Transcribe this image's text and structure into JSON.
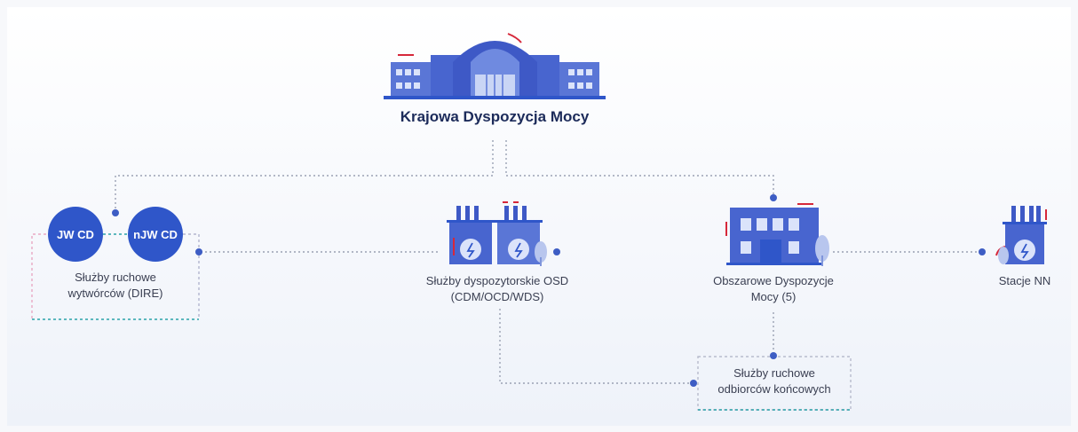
{
  "main_node": {
    "title": "Krajowa Dyspozycja Mocy"
  },
  "generators": {
    "left_circle": "JW CD",
    "right_circle": "nJW CD",
    "label_line1": "Służby ruchowe",
    "label_line2": "wytwórców (DIRE)"
  },
  "osd": {
    "label_line1": "Służby dyspozytorskie OSD",
    "label_line2": "(CDM/OCD/WDS)"
  },
  "odm": {
    "label_line1": "Obszarowe Dyspozycje",
    "label_line2": "Mocy (5)"
  },
  "stations": {
    "label": "Stacje NN"
  },
  "consumers": {
    "label_line1": "Służby ruchowe",
    "label_line2": "odbiorców końcowych"
  },
  "colors": {
    "primary_blue": "#2f56c9",
    "line_gray": "#9aa1b3",
    "accent_red": "#d6283a",
    "teal": "#2aa3a9",
    "pink": "#e8a9c4"
  }
}
